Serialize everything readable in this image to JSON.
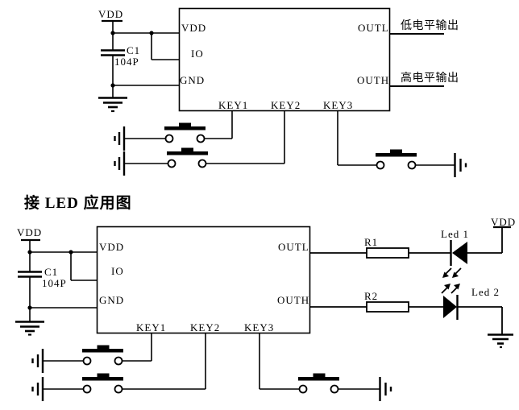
{
  "title": "接 LED 应用图",
  "colors": {
    "line": "#000000",
    "background": "#ffffff"
  },
  "top_circuit": {
    "power_label": "VDD",
    "cap_ref": "C1",
    "cap_value": "104P",
    "ic_pins": {
      "vdd": "VDD",
      "io": "IO",
      "gnd": "GND",
      "outl": "OUTL",
      "outh": "OUTH",
      "key1": "KEY1",
      "key2": "KEY2",
      "key3": "KEY3"
    },
    "outl_note": "低电平输出",
    "outh_note": "高电平输出"
  },
  "bottom_circuit": {
    "power_label": "VDD",
    "cap_ref": "C1",
    "cap_value": "104P",
    "ic_pins": {
      "vdd": "VDD",
      "io": "IO",
      "gnd": "GND",
      "outl": "OUTL",
      "outh": "OUTH",
      "key1": "KEY1",
      "key2": "KEY2",
      "key3": "KEY3"
    },
    "r1": "R1",
    "r2": "R2",
    "led1": "Led 1",
    "led2": "Led 2",
    "led_vdd_label": "VDD"
  }
}
